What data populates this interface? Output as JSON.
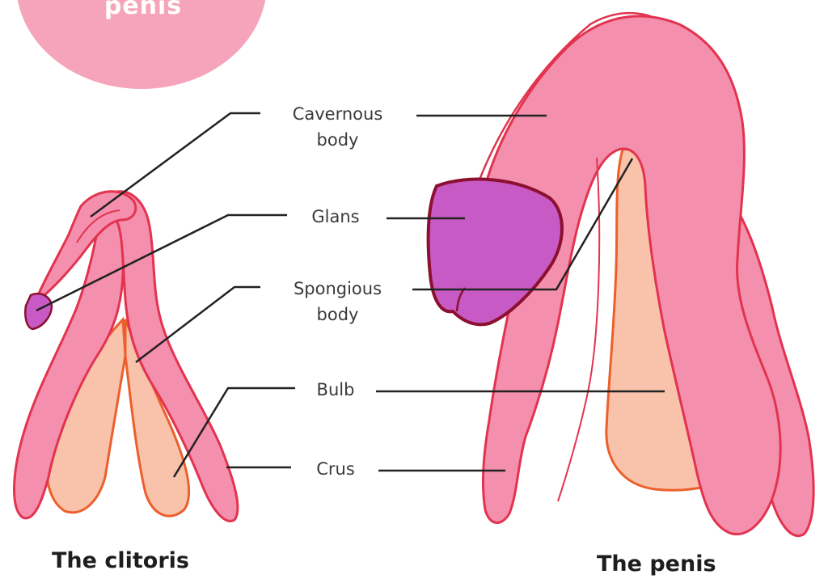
{
  "badge": {
    "text": "penis"
  },
  "labels": {
    "cavernous_body_line1": "Cavernous",
    "cavernous_body_line2": "body",
    "glans": "Glans",
    "spongious_body_line1": "Spongious",
    "spongious_body_line2": "body",
    "bulb": "Bulb",
    "crus": "Crus"
  },
  "captions": {
    "clitoris": "The clitoris",
    "penis": "The penis"
  },
  "colors": {
    "erectile_fill": "#f58fae",
    "erectile_outline": "#e2334f",
    "bulb_fill": "#f9c2aa",
    "bulb_outline": "#ec5f2c",
    "glans_fill": "#c75ac4",
    "glans_outline": "#8c1030",
    "leader_line": "#222222",
    "badge": "#f6a4bb"
  }
}
